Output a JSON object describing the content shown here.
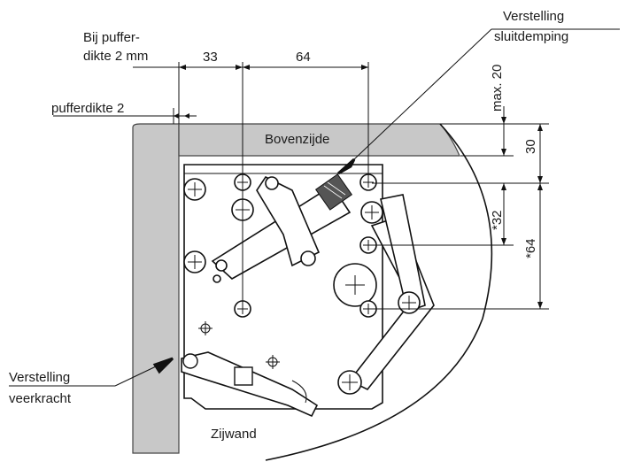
{
  "labels": {
    "buffer_thickness_top_1": "Bij puffer-",
    "buffer_thickness_top_2": "dikte 2 mm",
    "buffer_thickness_left": "pufferdikte 2",
    "closing_damping_1": "Verstelling",
    "closing_damping_2": "sluitdemping",
    "spring_force_1": "Verstelling",
    "spring_force_2": "veerkracht",
    "top_side": "Bovenzijde",
    "side_wall": "Zijwand"
  },
  "dimensions": {
    "d33": "33",
    "d64_top": "64",
    "max20": "max. 20",
    "d30": "30",
    "d32": "*32",
    "d64_side": "*64"
  },
  "colors": {
    "panel_fill": "#c8c8c8",
    "panel_stroke": "#444444",
    "line": "#111111",
    "background": "#ffffff"
  }
}
